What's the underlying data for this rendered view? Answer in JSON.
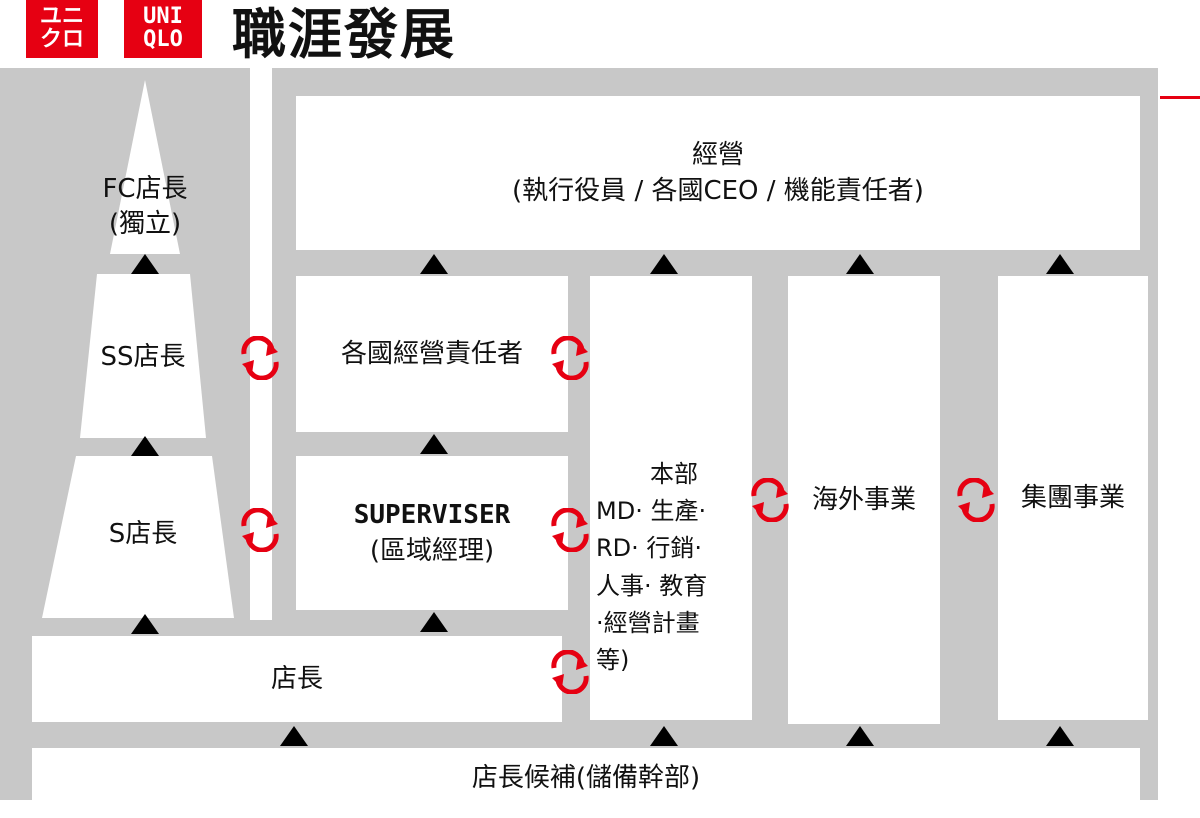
{
  "logo": {
    "katakana": "ユニクロ",
    "latin": "UNIQLO"
  },
  "title": "職涯發展",
  "pyramid": {
    "fc_manager_line1": "FC店長",
    "fc_manager_line2": "(獨立)",
    "ss_manager": "SS店長",
    "s_manager": "S店長"
  },
  "boxes": {
    "management_title": "經營",
    "management_sub": "(執行役員 / 各國CEO / 機能責任者)",
    "country_manager": "各國經營責任者",
    "supervisor_title": "SUPERVISER",
    "supervisor_sub": "(區域經理)",
    "hq_title": "本部",
    "hq_line1": "MD· 生產·",
    "hq_line2": "RD· 行銷·",
    "hq_line3": "人事· 教育",
    "hq_line4": "·經營計畫",
    "hq_line5": "等)",
    "overseas": "海外事業",
    "group": "集團事業",
    "store_manager": "店長",
    "candidate": "店長候補(儲備幹部)"
  },
  "colors": {
    "brand_red": "#e60012",
    "panel_gray": "#c8c8c8",
    "arrow_black": "#000000"
  }
}
